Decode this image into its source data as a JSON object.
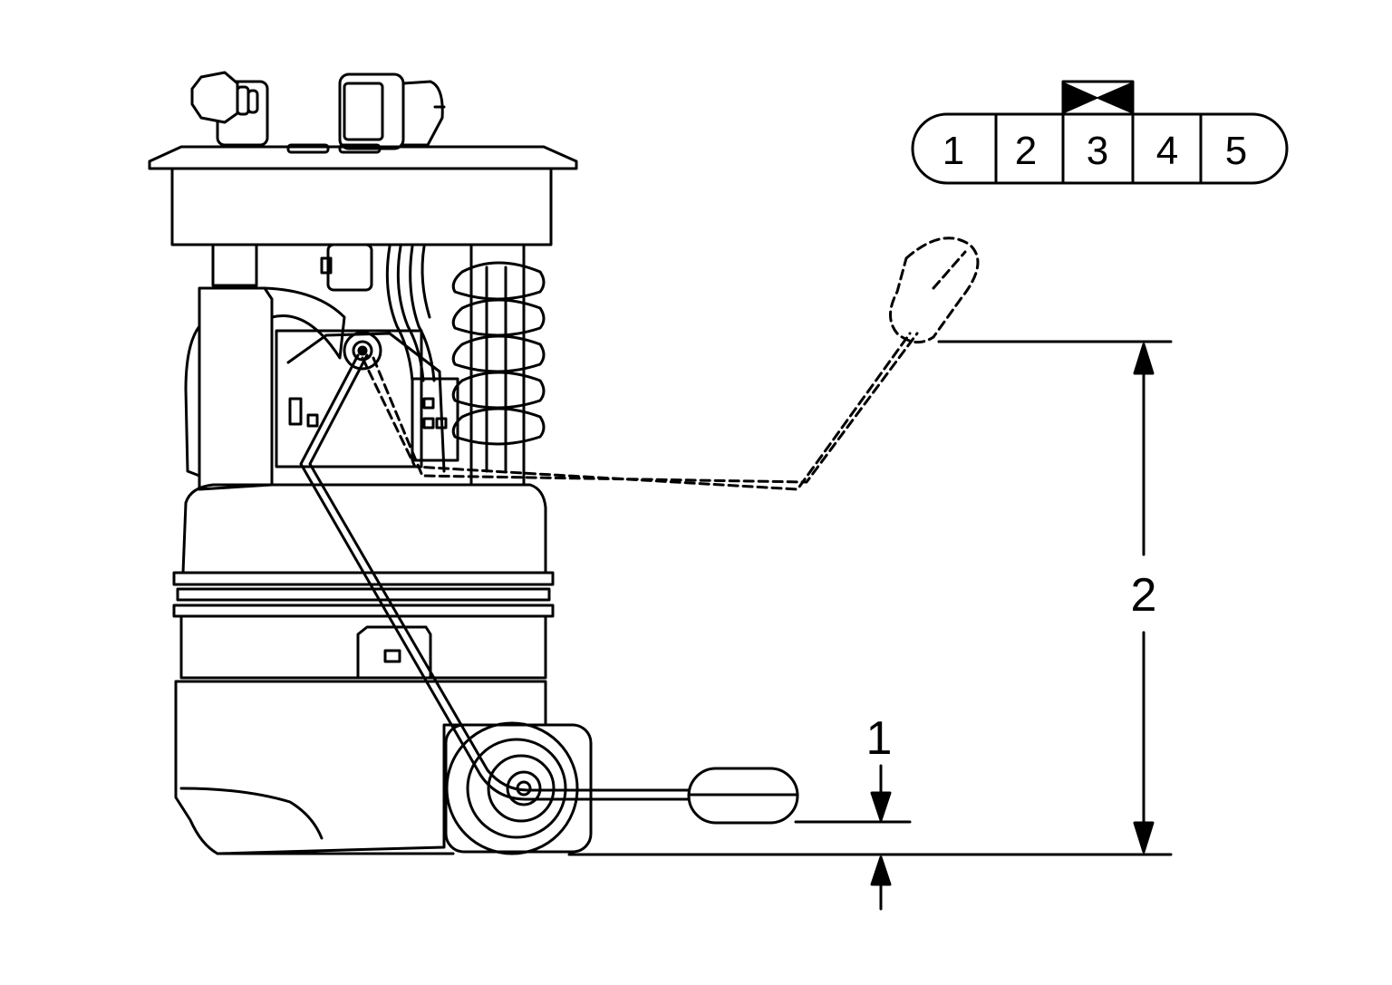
{
  "connector": {
    "pins": [
      "1",
      "2",
      "3",
      "4",
      "5"
    ],
    "marked_pin": "3"
  },
  "dimensions": {
    "dim1_label": "1",
    "dim2_label": "2"
  },
  "colors": {
    "stroke": "#000000",
    "background": "#ffffff"
  }
}
